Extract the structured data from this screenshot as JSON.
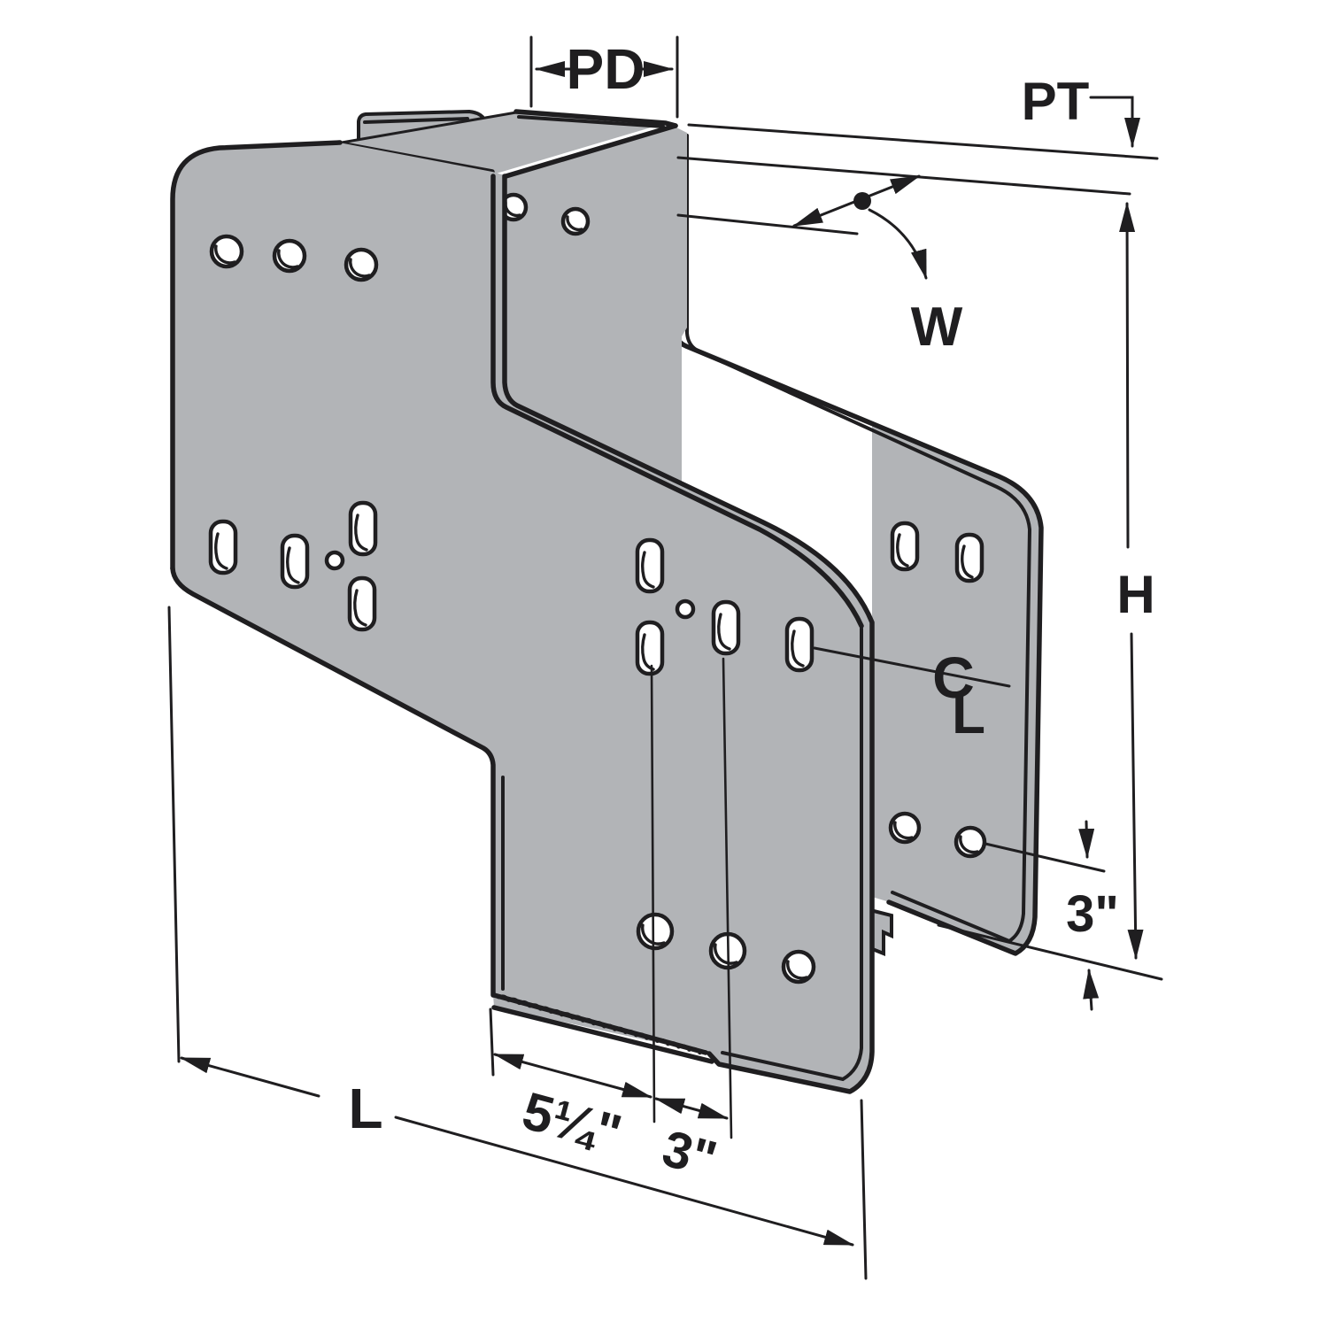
{
  "figure": {
    "type": "technical-diagram",
    "subject": "galvanized steel offset connector bracket, isometric line drawing with dimension callouts",
    "labels": {
      "pd": "PD",
      "pt": "PT",
      "w": "W",
      "h": "H",
      "l": "L",
      "dim_5_quarter": "5¼\"",
      "dim_3_bottom": "3\"",
      "dim_3_right": "3\"",
      "centerline_c": "C",
      "centerline_l": "L"
    },
    "colors": {
      "steel_fill": "#b2b4b7",
      "line": "#1f1e20",
      "background": "#ffffff"
    }
  }
}
